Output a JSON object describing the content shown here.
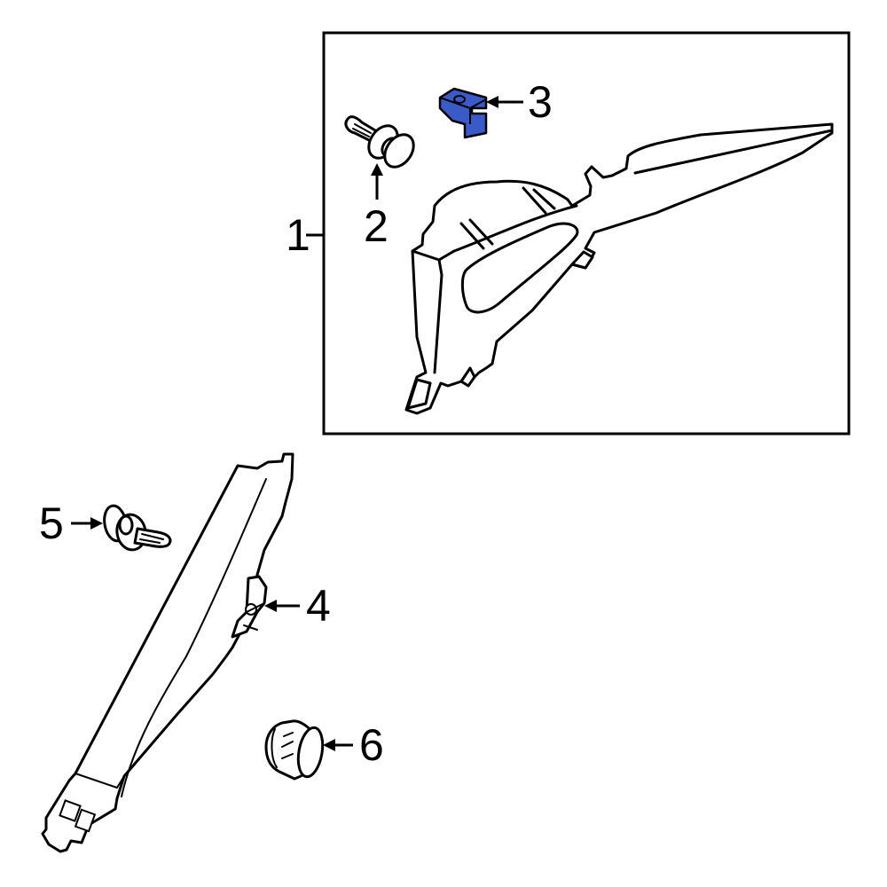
{
  "diagram": {
    "type": "exploded-parts-diagram",
    "highlight_color": "#3a5bc7",
    "line_color": "#000000",
    "background": "#ffffff",
    "group_box": {
      "label": "1",
      "contains": [
        "2",
        "3"
      ]
    },
    "callouts": [
      {
        "id": "1",
        "label": "1",
        "part": "quarter-trim-panel"
      },
      {
        "id": "2",
        "label": "2",
        "part": "push-pin-clip"
      },
      {
        "id": "3",
        "label": "3",
        "part": "clip-nut",
        "highlighted": true
      },
      {
        "id": "4",
        "label": "4",
        "part": "pillar-trim"
      },
      {
        "id": "5",
        "label": "5",
        "part": "push-pin-retainer"
      },
      {
        "id": "6",
        "label": "6",
        "part": "grommet-plug"
      }
    ]
  }
}
